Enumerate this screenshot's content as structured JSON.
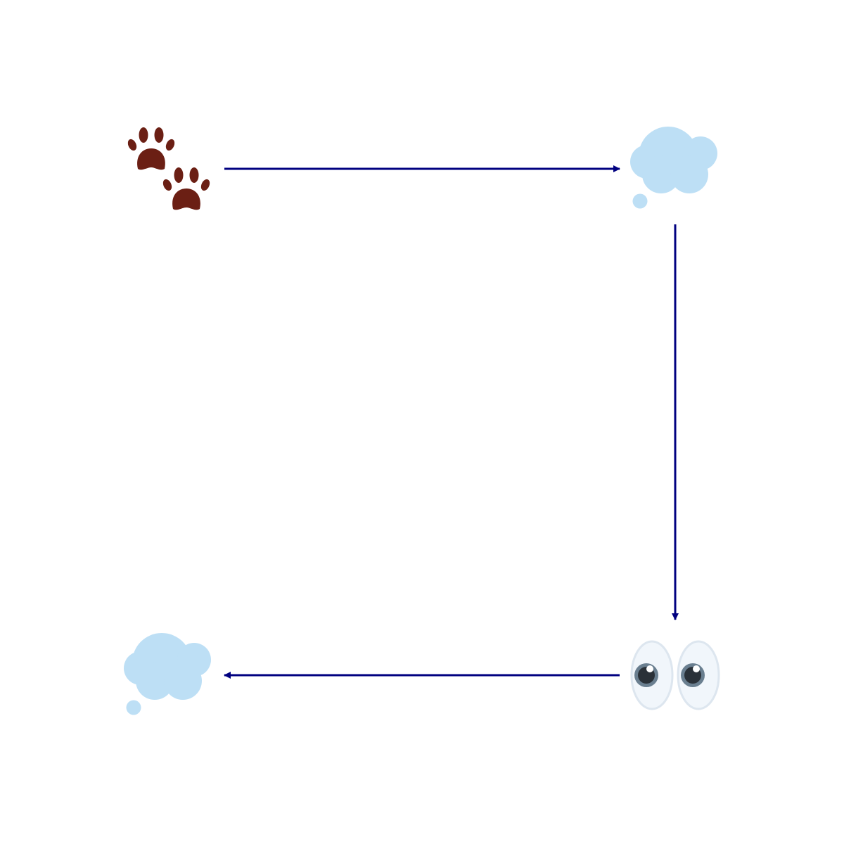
{
  "diagram": {
    "nodes": [
      {
        "id": "paws",
        "icon": "paw-prints-icon"
      },
      {
        "id": "thought-top",
        "icon": "thought-bubble-icon"
      },
      {
        "id": "eyes",
        "icon": "eyes-icon"
      },
      {
        "id": "thought-bottom",
        "icon": "thought-bubble-icon"
      }
    ],
    "edges": [
      {
        "from": "paws",
        "to": "thought-top"
      },
      {
        "from": "thought-top",
        "to": "eyes"
      },
      {
        "from": "eyes",
        "to": "thought-bottom"
      }
    ],
    "colors": {
      "arrow": "#000080",
      "paw": "#6b1f14",
      "cloud": "#bddff5",
      "eye_white": "#f1f6fb",
      "eye_outline": "#dde6ef",
      "iris": "#6a7f90",
      "pupil": "#2a3138",
      "highlight": "#ffffff"
    }
  }
}
